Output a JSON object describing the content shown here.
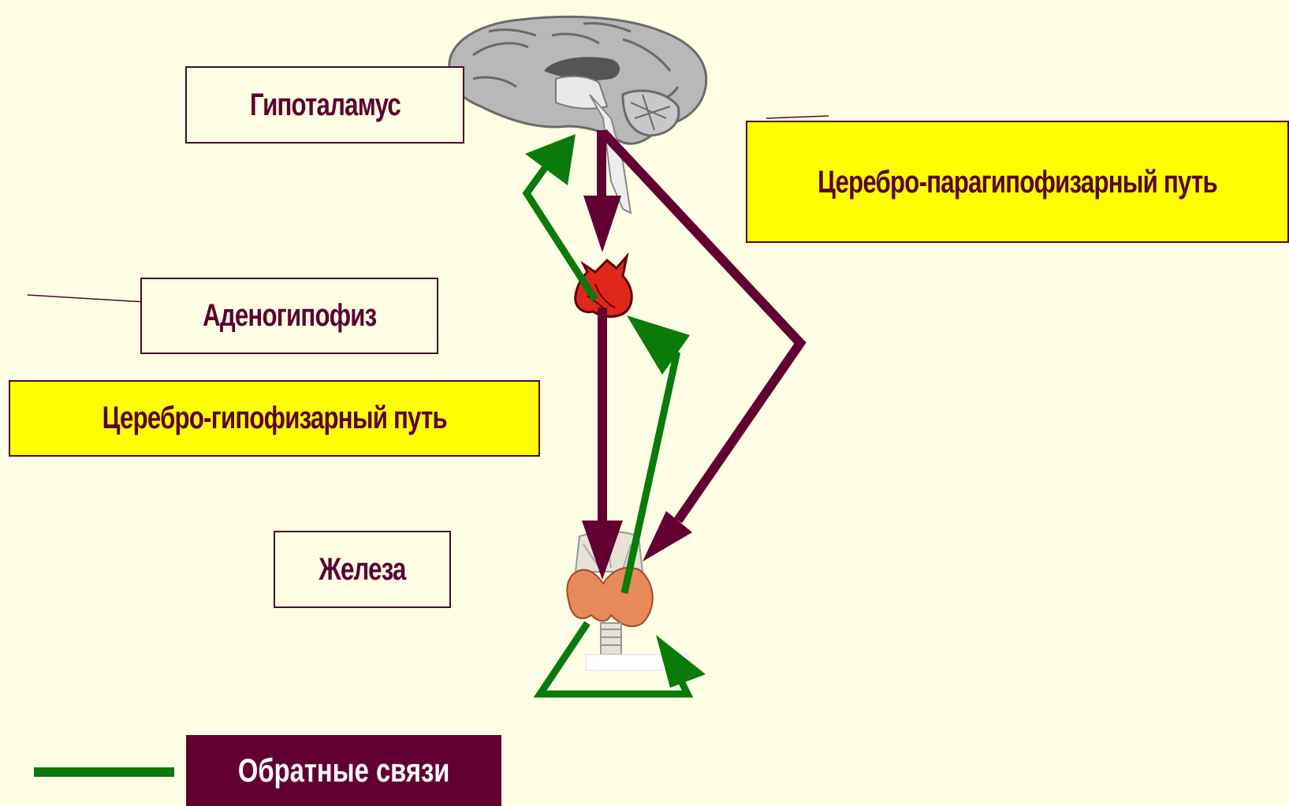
{
  "labels": {
    "hypothalamus": "Гипоталамус",
    "adenohypophysis": "Аденогипофиз",
    "cerebro_pituitary": "Церебро-гипофизарный путь",
    "gland": "Железа",
    "cerebro_parapituitary": "Церебро-парагипофизарный путь"
  },
  "legend": {
    "feedback": "Обратные связи"
  },
  "colors": {
    "background": "#fffde3",
    "pathway": "#620032",
    "feedback": "#0a7a0a",
    "highlight": "#ffff00",
    "text": "#5a0030"
  },
  "icons": [
    "brain-icon",
    "pituitary-icon",
    "thyroid-icon"
  ]
}
